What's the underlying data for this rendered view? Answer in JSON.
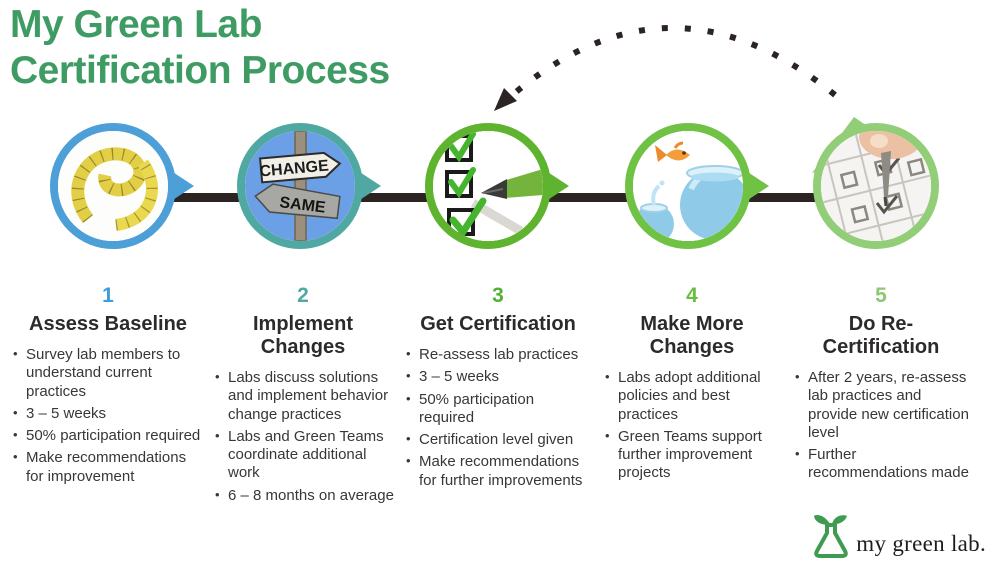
{
  "title": "My Green Lab\nCertification Process",
  "colors": {
    "title_green": "#3f9b64",
    "connector_line": "#2b2422",
    "step1_accent": "#4c9fd7",
    "step2_accent": "#4fa8a1",
    "step3_accent": "#5eb32f",
    "step4_accent": "#6fc243",
    "step5_accent": "#92cd77",
    "body_text": "#3a3636"
  },
  "steps": [
    {
      "number": "1",
      "title": "Assess Baseline",
      "image": "measuring-tape-photo",
      "bullets": [
        "Survey lab members to understand current practices",
        "3 – 5 weeks",
        "50% participation required",
        "Make recommendations for improvement"
      ]
    },
    {
      "number": "2",
      "title": "Implement\nChanges",
      "image": "change-same-signpost-photo",
      "bullets": [
        "Labs discuss solutions and implement behavior change practices",
        "Labs and Green Teams coordinate additional work",
        "6 – 8 months on average"
      ]
    },
    {
      "number": "3",
      "title": "Get Certification",
      "image": "checklist-pen-photo",
      "bullets": [
        "Re-assess lab practices",
        "3 – 5 weeks",
        "50% participation required",
        "Certification level given",
        "Make recommendations for further improvements"
      ]
    },
    {
      "number": "4",
      "title": "Make More\nChanges",
      "image": "goldfish-bowls-photo",
      "bullets": [
        "Labs adopt additional policies and best practices",
        "Green Teams support further improvement projects"
      ]
    },
    {
      "number": "5",
      "title": "Do Re-\nCertification",
      "image": "survey-checkboxes-photo",
      "bullets": [
        "After 2 years, re-assess lab practices and provide new certification level",
        "Further recommendations made"
      ]
    }
  ],
  "logo": {
    "text": "my green lab."
  }
}
